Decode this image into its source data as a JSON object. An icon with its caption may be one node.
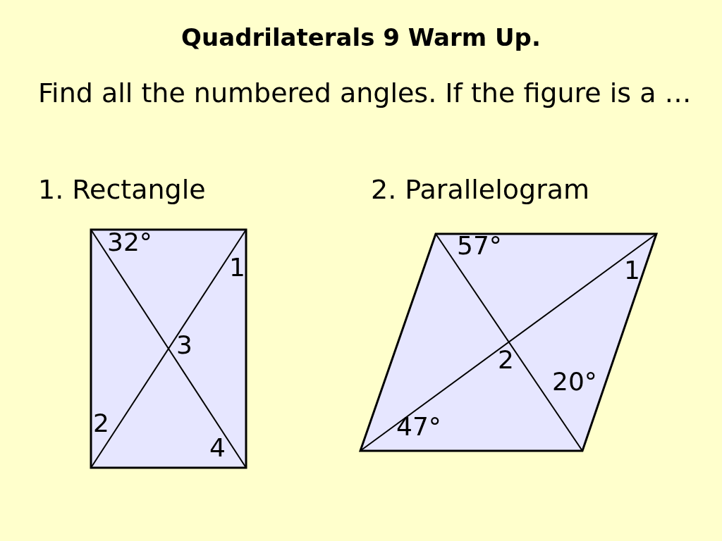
{
  "diagram": {
    "title": "Quadrilaterals 9 Warm Up.",
    "nodes": [
      {
        "text": [
          "32°",
          "1",
          "3",
          "2",
          "4"
        ]
      },
      {
        "text": [
          "57°",
          "1",
          "2",
          "20°",
          "47°"
        ]
      }
    ],
    "labels": [
      "Find all the numbered angles. If the figure is a …",
      "1.  Rectangle",
      "2.  Parallelogram"
    ]
  }
}
